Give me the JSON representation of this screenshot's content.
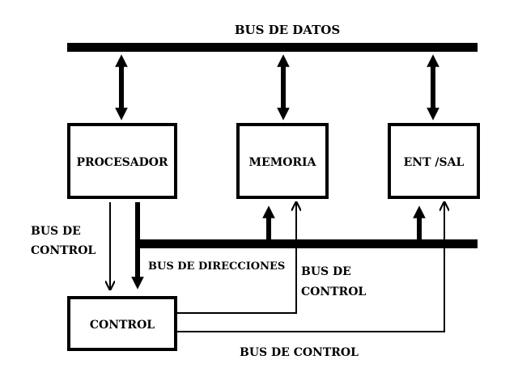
{
  "labels": {
    "data_bus": "BUS DE DATOS",
    "processor": "PROCESADOR",
    "memory": "MEMORIA",
    "io": "ENT /SAL",
    "control_bus_left_1": "BUS  DE",
    "control_bus_left_2": "CONTROL",
    "address_bus": "BUS DE DIRECCIONES",
    "control_bus_mid_1": "BUS  DE",
    "control_bus_mid_2": "CONTROL",
    "control_unit": "CONTROL",
    "control_bus_bottom": "BUS  DE  CONTROL"
  },
  "colors": {
    "ink": "#000000",
    "background": "#ffffff"
  }
}
